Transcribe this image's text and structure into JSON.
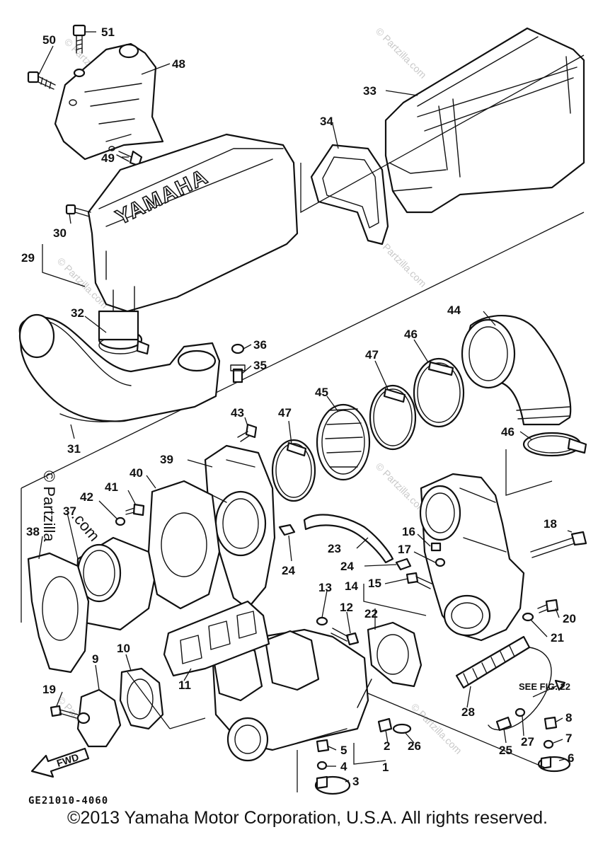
{
  "diagram": {
    "drawing_code": "GE21010-4060",
    "see_figure_note": "SEE FIG. 22",
    "brand_mark": "YAMAHA",
    "forward_arrow_label": "FWD",
    "watermarks": {
      "small": "© Partzilla.com",
      "left_line1": "© Partzilla",
      "left_line2": ".com"
    },
    "copyright": "©2013 Yamaha Motor Corporation, U.S.A. All rights reserved.",
    "callouts": {
      "c1": "1",
      "c2": "2",
      "c3": "3",
      "c4": "4",
      "c5": "5",
      "c6": "6",
      "c7": "7",
      "c8": "8",
      "c9": "9",
      "c10": "10",
      "c11": "11",
      "c12": "12",
      "c13": "13",
      "c14": "14",
      "c15": "15",
      "c16": "16",
      "c17": "17",
      "c18": "18",
      "c19": "19",
      "c20": "20",
      "c21": "21",
      "c22": "22",
      "c23": "23",
      "c24a": "24",
      "c24b": "24",
      "c25": "25",
      "c26": "26",
      "c27": "27",
      "c28": "28",
      "c29": "29",
      "c30": "30",
      "c31": "31",
      "c32": "32",
      "c33": "33",
      "c34": "34",
      "c35": "35",
      "c36": "36",
      "c37": "37",
      "c38": "38",
      "c39": "39",
      "c40": "40",
      "c41": "41",
      "c42": "42",
      "c43": "43",
      "c44": "44",
      "c45": "45",
      "c46a": "46",
      "c46b": "46",
      "c47a": "47",
      "c47b": "47",
      "c48": "48",
      "c49": "49",
      "c50": "50",
      "c51": "51"
    }
  }
}
